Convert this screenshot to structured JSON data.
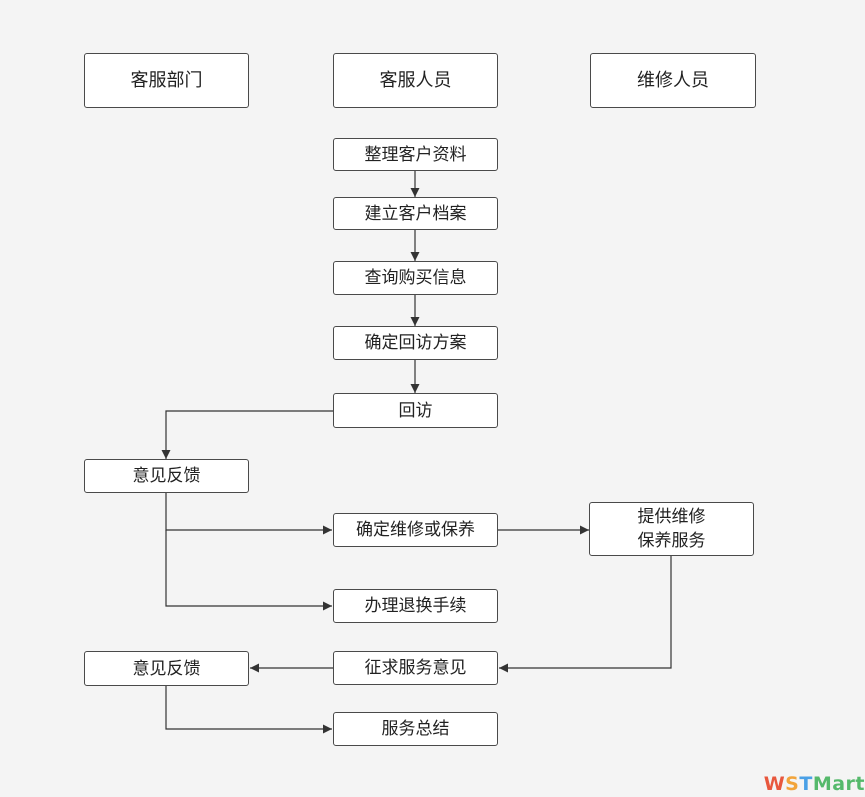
{
  "lanes": {
    "dept": "客服部门",
    "staff": "客服人员",
    "repair": "维修人员"
  },
  "nodes": {
    "organize": "整理客户资料",
    "archive": "建立客户档案",
    "query": "查询购买信息",
    "plan": "确定回访方案",
    "visit": "回访",
    "feedback1": "意见反馈",
    "confirm_repair": "确定维修或保养",
    "provide_service": "提供维修\n保养服务",
    "return_procedure": "办理退换手续",
    "solicit": "征求服务意见",
    "feedback2": "意见反馈",
    "summary": "服务总结"
  },
  "watermark": {
    "w": "W",
    "s": "S",
    "t": "T",
    "mart": "Mart"
  },
  "colors": {
    "line": "#333333",
    "border": "#4a4a4a",
    "background": "#f4f4f4"
  }
}
